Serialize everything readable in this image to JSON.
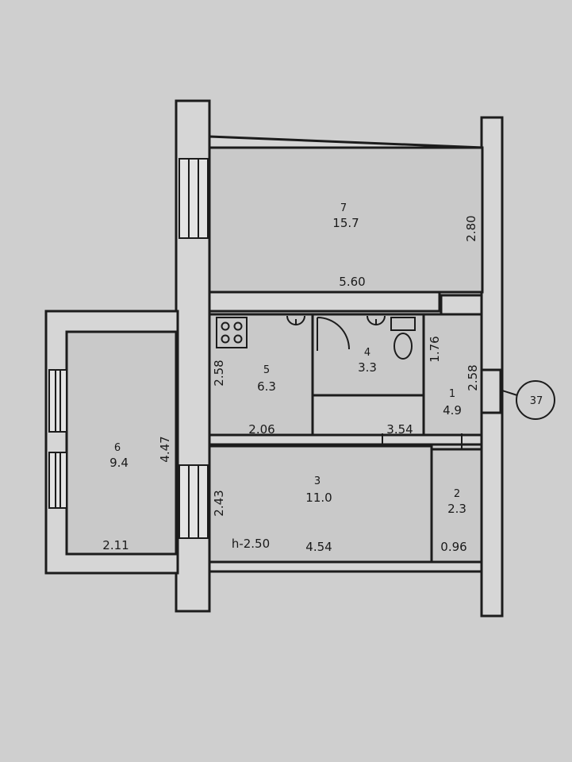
{
  "rooms": [
    {
      "number": "7",
      "area": "15.7"
    },
    {
      "number": "4",
      "area": "3.3"
    },
    {
      "number": "5",
      "area": "6.3"
    },
    {
      "number": "1",
      "area": "4.9"
    },
    {
      "number": "6",
      "area": "9.4"
    },
    {
      "number": "3",
      "area": "11.0"
    },
    {
      "number": "2",
      "area": "2.3"
    }
  ],
  "dimensions": {
    "room7_width": "5.60",
    "room7_depth": "2.80",
    "bath_depth": "1.76",
    "hall_depth": "2.58",
    "kitchen_depth": "2.58",
    "kitchen_width": "2.06",
    "corridor_width": "3.54",
    "room6_depth": "4.47",
    "room6_width": "2.11",
    "room3_depth": "2.43",
    "room3_width": "4.54",
    "closet_width": "0.96",
    "ceiling_height": "h-2.50"
  },
  "marker": {
    "label": "37"
  }
}
